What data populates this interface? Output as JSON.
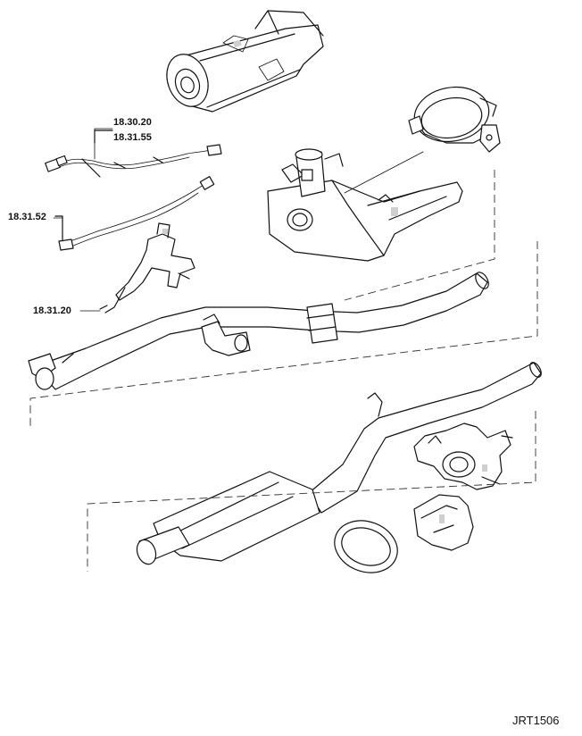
{
  "callouts": {
    "sensor_pair_top": "18.30.20",
    "sensor_pair_bottom": "18.31.55",
    "sensor_harness": "18.31.52",
    "bracket_linkage": "18.31.20"
  },
  "reference_code": "JRT1506"
}
